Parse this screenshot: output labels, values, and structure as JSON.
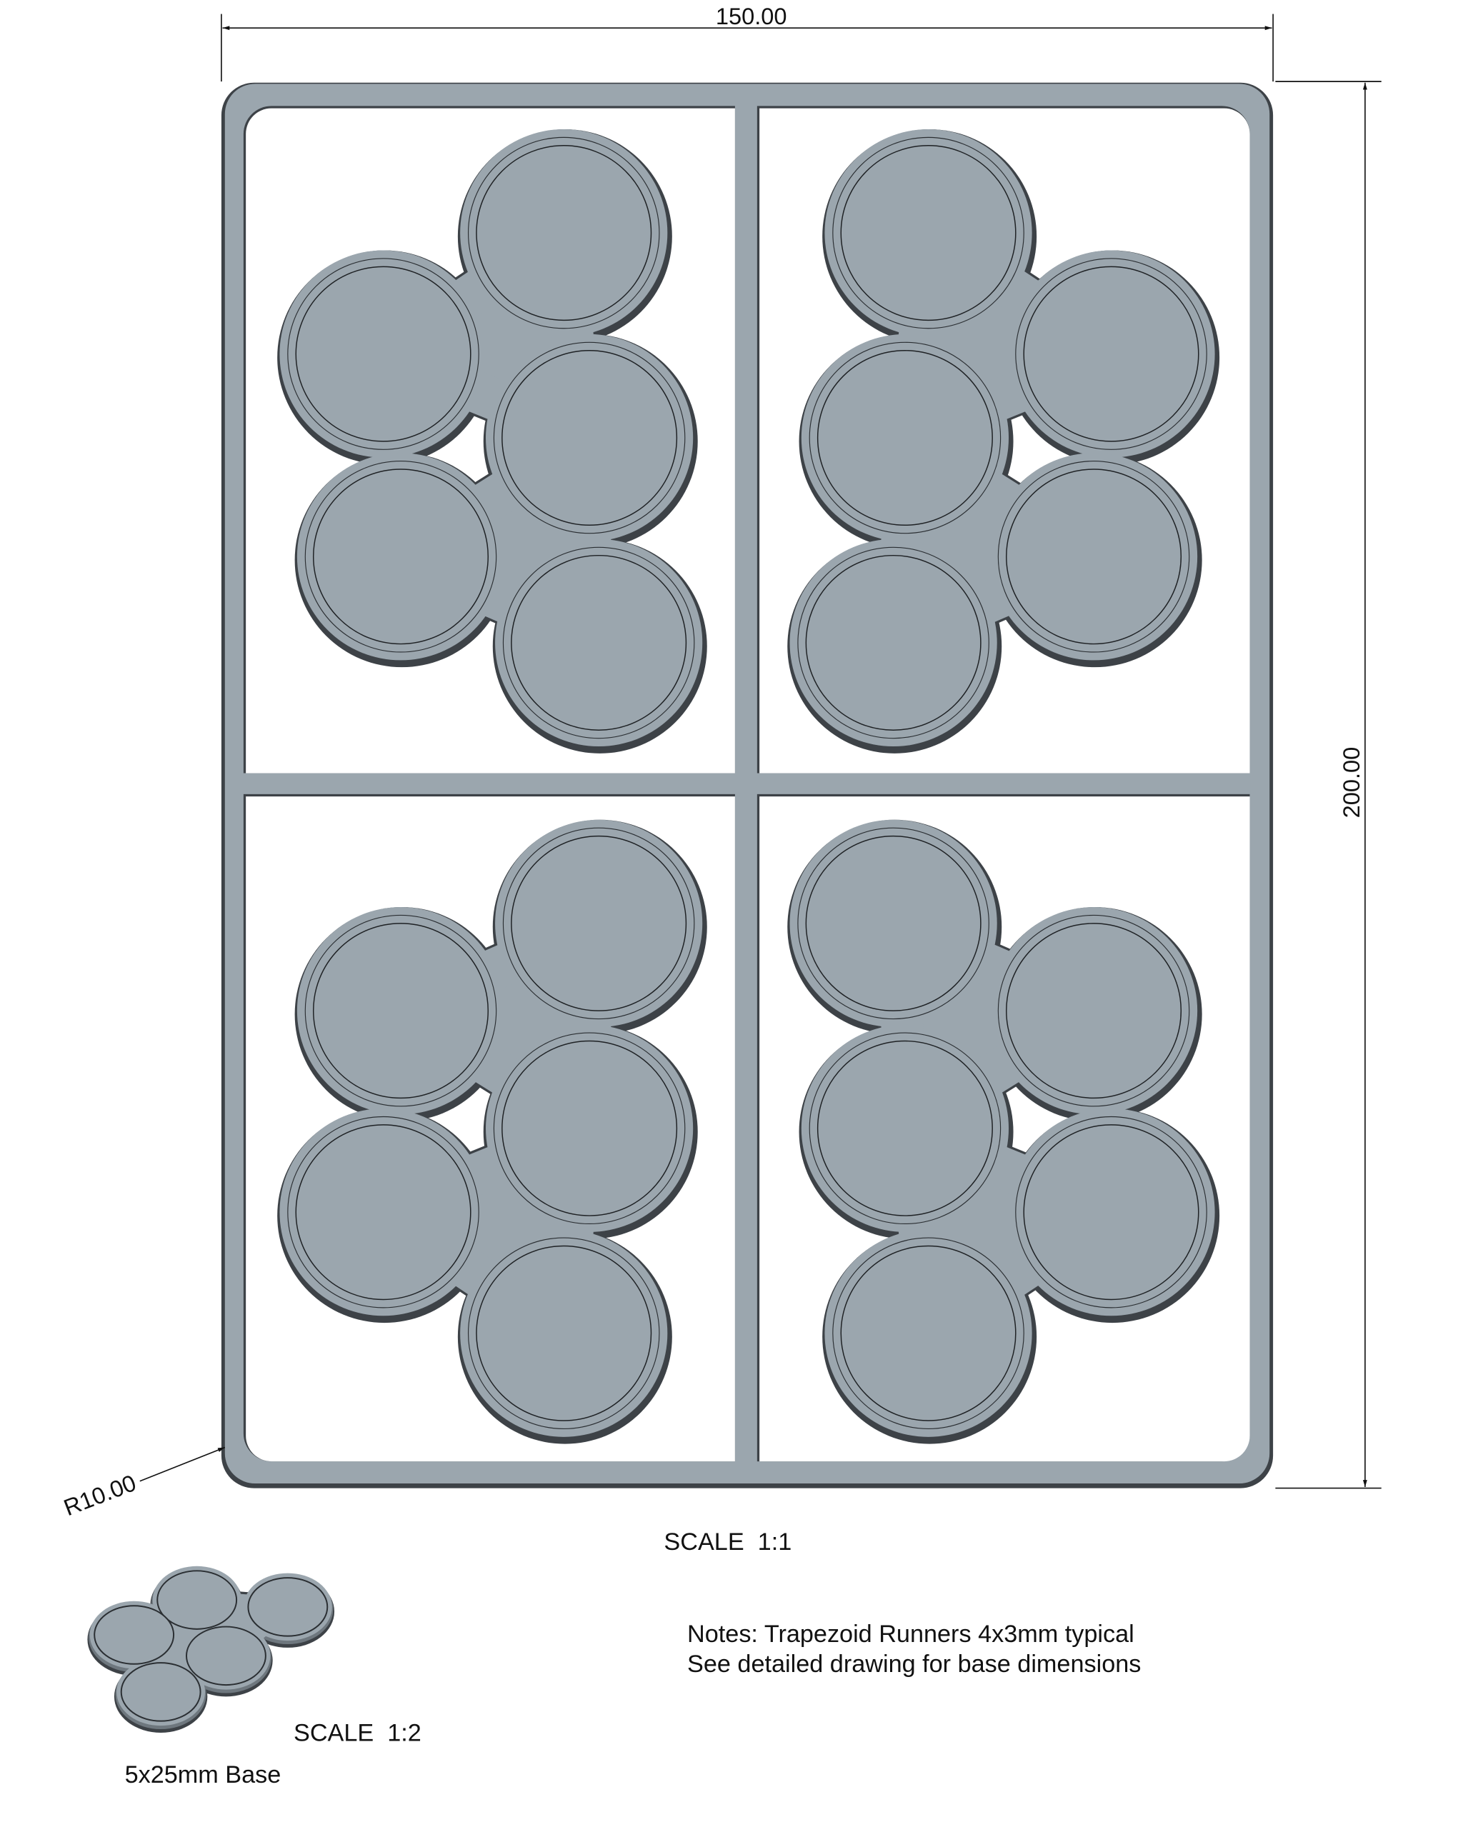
{
  "dimensions": {
    "width": "150.00",
    "height": "200.00",
    "corner_radius": "R10.00"
  },
  "main_view": {
    "scale_label": "SCALE  1:1",
    "panels": [
      "top-left",
      "top-right",
      "bottom-left",
      "bottom-right"
    ]
  },
  "notes": {
    "line1": "Notes: Trapezoid Runners 4x3mm typical",
    "line2": "See detailed drawing for base dimensions"
  },
  "detail_view": {
    "scale_label": "SCALE  1:2",
    "caption": "5x25mm Base"
  },
  "colors": {
    "part_fill": "#9ba6ae",
    "edge_dark": "#3d4247",
    "line": "#111111"
  }
}
